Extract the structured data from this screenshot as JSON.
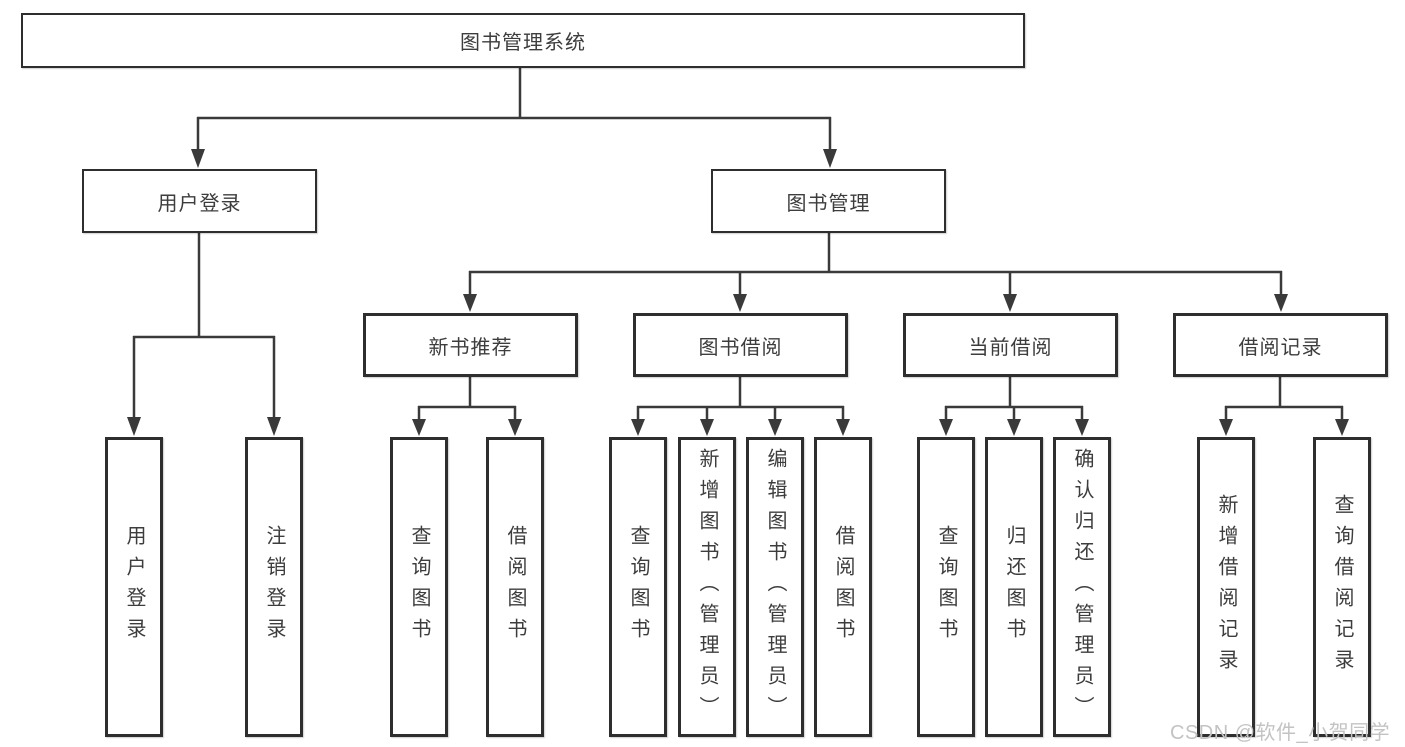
{
  "tree": {
    "root": {
      "label": "图书管理系统",
      "children": [
        {
          "label": "用户登录",
          "children": [
            {
              "label": "用户登录"
            },
            {
              "label": "注销登录"
            }
          ]
        },
        {
          "label": "图书管理",
          "children": [
            {
              "label": "新书推荐",
              "children": [
                {
                  "label": "查询图书"
                },
                {
                  "label": "借阅图书"
                }
              ]
            },
            {
              "label": "图书借阅",
              "children": [
                {
                  "label": "查询图书"
                },
                {
                  "label": "新增图书（管理员）"
                },
                {
                  "label": "编辑图书（管理员）"
                },
                {
                  "label": "借阅图书"
                }
              ]
            },
            {
              "label": "当前借阅",
              "children": [
                {
                  "label": "查询图书"
                },
                {
                  "label": "归还图书"
                },
                {
                  "label": "确认归还（管理员）"
                }
              ]
            },
            {
              "label": "借阅记录",
              "children": [
                {
                  "label": "新增借阅记录"
                },
                {
                  "label": "查询借阅记录"
                }
              ]
            }
          ]
        }
      ]
    }
  },
  "watermark": {
    "text": "CSDN @软件_小贺同学"
  },
  "colors": {
    "background": "#ffffff",
    "line": "#3a3a3a",
    "box_border": "#2e2e2e",
    "text": "#3d3d3d",
    "watermark": "#c3c3c3"
  }
}
